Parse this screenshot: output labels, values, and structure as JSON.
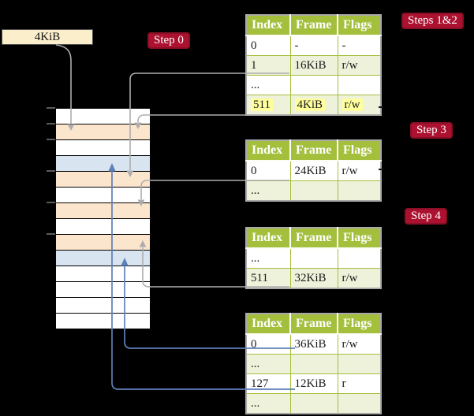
{
  "palette": {
    "badge_red": "#ac1230",
    "header_green": "#a3bf3c",
    "row_light_green": "#eef2da",
    "memory_peach": "#fce5cd",
    "memory_light_blue": "#d9e4f1",
    "frame_box_cream": "#fbeecb",
    "highlight_yellow": "#ffff9e",
    "gray_connector": "#adadad",
    "blue_connector": "#5e80b8"
  },
  "labels": {
    "frame_box": "4KiB",
    "step0": "Step 0",
    "steps12": "Steps 1&2",
    "step3": "Step 3",
    "step4": "Step 4"
  },
  "table_headers": [
    "Index",
    "Frame",
    "Flags"
  ],
  "tables": {
    "t1": {
      "rows": [
        {
          "index": "0",
          "frame": "-",
          "flags": "-",
          "shade": "white",
          "hl": ""
        },
        {
          "index": "1",
          "frame": "16KiB",
          "flags": "r/w",
          "shade": "green",
          "hl": ""
        },
        {
          "index": "...",
          "frame": "",
          "flags": "",
          "shade": "white",
          "hl": ""
        },
        {
          "index": "511",
          "frame": "4KiB",
          "flags": "r/w",
          "shade": "green",
          "hl": "hl"
        }
      ]
    },
    "t2": {
      "rows": [
        {
          "index": "0",
          "frame": "24KiB",
          "flags": "r/w",
          "shade": "white",
          "hl": ""
        },
        {
          "index": "...",
          "frame": "",
          "flags": "",
          "shade": "green",
          "hl": ""
        }
      ]
    },
    "t3": {
      "rows": [
        {
          "index": "...",
          "frame": "",
          "flags": "",
          "shade": "white",
          "hl": ""
        },
        {
          "index": "511",
          "frame": "32KiB",
          "flags": "r/w",
          "shade": "green",
          "hl": ""
        }
      ]
    },
    "t4": {
      "rows": [
        {
          "index": "0",
          "frame": "36KiB",
          "flags": "r/w",
          "shade": "white",
          "hl": ""
        },
        {
          "index": "...",
          "frame": "",
          "flags": "",
          "shade": "green",
          "hl": ""
        },
        {
          "index": "127",
          "frame": "12KiB",
          "flags": "r",
          "shade": "white",
          "hl": ""
        },
        {
          "index": "...",
          "frame": "",
          "flags": "",
          "shade": "green",
          "hl": ""
        }
      ]
    }
  },
  "memory_rows": [
    "white",
    "peach",
    "white",
    "blue",
    "peach",
    "white",
    "peach",
    "white",
    "peach",
    "blue",
    "white",
    "white",
    "white",
    "white"
  ]
}
